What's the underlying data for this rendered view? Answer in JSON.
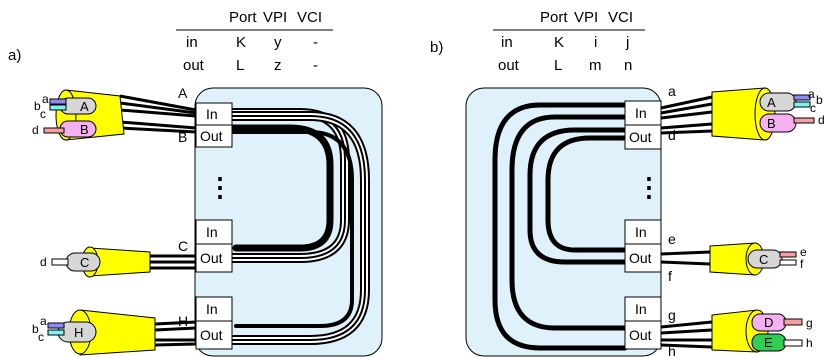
{
  "colors": {
    "switch_fill": "#dff2fb",
    "cable_yellow": "#ffff00",
    "plug_gray": "#d6d6d6",
    "plug_pink": "#f5b0f2",
    "plug_green": "#33cc55",
    "wire_blue": "#8c8cff",
    "wire_cyan": "#7ff2f2",
    "wire_salmon": "#f5a0a0"
  },
  "panel_a": {
    "label": "a)",
    "table": {
      "headers": [
        "Port",
        "VPI",
        "VCI"
      ],
      "rows": [
        {
          "dir": "in",
          "port": "K",
          "vpi": "y",
          "vci": "-"
        },
        {
          "dir": "out",
          "port": "L",
          "vpi": "z",
          "vci": "-"
        }
      ]
    },
    "ports": [
      {
        "name": "A",
        "in_label": "In",
        "out_label": "Out",
        "out_name": "B"
      },
      {
        "name": "C",
        "in_label": "In",
        "out_label": "Out"
      },
      {
        "name": "H",
        "in_label": "In",
        "out_label": "Out"
      }
    ],
    "plugs": {
      "top": {
        "p1": "A",
        "p2": "B",
        "wires": [
          "a",
          "b",
          "c",
          "d"
        ]
      },
      "mid": {
        "p1": "C",
        "wires": [
          "d"
        ]
      },
      "bot": {
        "p1": "H",
        "wires": [
          "a",
          "b",
          "c"
        ]
      }
    },
    "dots": "⋮"
  },
  "panel_b": {
    "label": "b)",
    "table": {
      "headers": [
        "Port",
        "VPI",
        "VCI"
      ],
      "rows": [
        {
          "dir": "in",
          "port": "K",
          "vpi": "i",
          "vci": "j"
        },
        {
          "dir": "out",
          "port": "L",
          "vpi": "m",
          "vci": "n"
        }
      ]
    },
    "ports": [
      {
        "in_label": "In",
        "out_label": "Out"
      },
      {
        "in_label": "In",
        "out_label": "Out"
      },
      {
        "in_label": "In",
        "out_label": "Out"
      }
    ],
    "link_labels": [
      "a",
      "d",
      "e",
      "f",
      "g",
      "h"
    ],
    "plugs": {
      "top": {
        "p1": "A",
        "p2": "B",
        "wires": [
          "a",
          "b",
          "c",
          "d"
        ]
      },
      "mid": {
        "p1": "C",
        "wires": [
          "e",
          "f"
        ]
      },
      "bot": {
        "p1": "D",
        "p2": "E",
        "wires": [
          "g",
          "h"
        ]
      }
    },
    "dots": "⋮"
  }
}
